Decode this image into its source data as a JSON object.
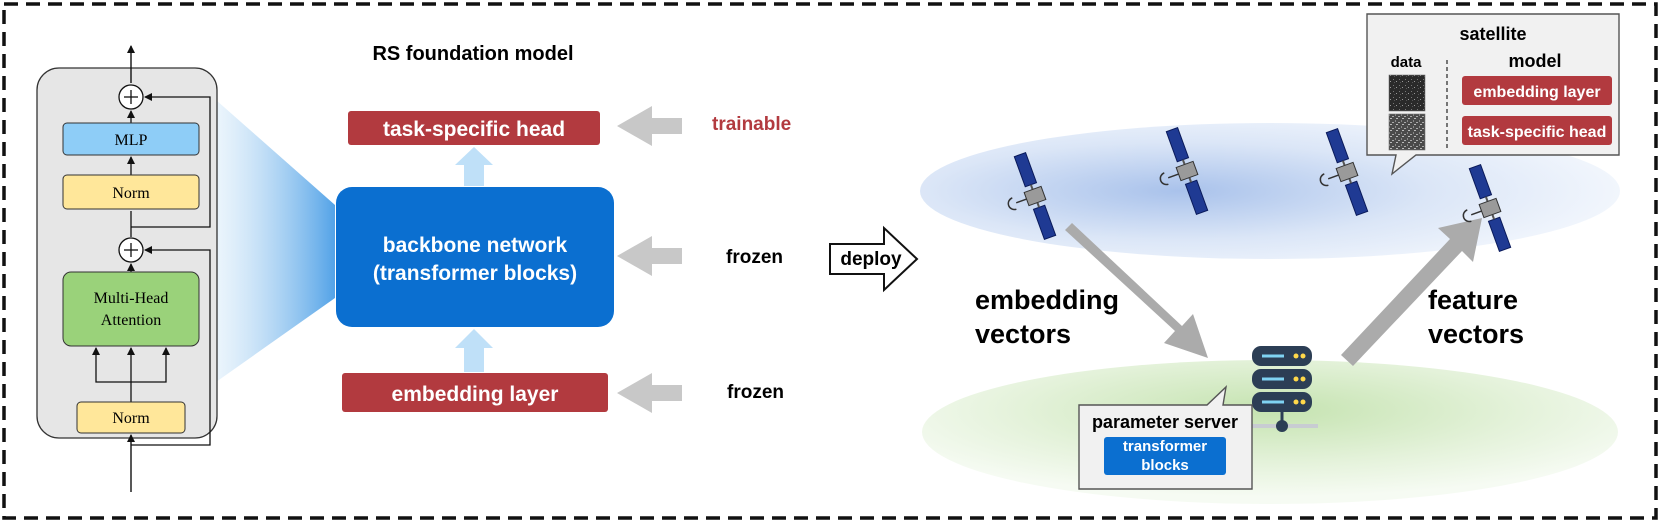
{
  "transformer": {
    "mlp": "MLP",
    "norm_top": "Norm",
    "attention_line1": "Multi-Head",
    "attention_line2": "Attention",
    "norm_bottom": "Norm"
  },
  "foundation": {
    "title": "RS foundation model",
    "head": "task-specific head",
    "backbone_line1": "backbone network",
    "backbone_line2": "(transformer blocks)",
    "embedding": "embedding layer",
    "trainable": "trainable",
    "frozen_backbone": "frozen",
    "frozen_embedding": "frozen"
  },
  "deploy": "deploy",
  "constellation": {
    "embedding_vectors_line1": "embedding",
    "embedding_vectors_line2": "vectors",
    "feature_vectors_line1": "feature",
    "feature_vectors_line2": "vectors",
    "satellite_box": {
      "title": "satellite",
      "data_label": "data",
      "model_label": "model",
      "embedding": "embedding layer",
      "head": "task-specific head"
    },
    "server_box": {
      "title": "parameter server",
      "block_line1": "transformer",
      "block_line2": "blocks"
    }
  },
  "colors": {
    "red": "#b23a3f",
    "blue": "#0b6fd0",
    "mlp": "#8ecdf7",
    "norm": "#ffe79a",
    "attention": "#9ad27a",
    "arrow_gray": "#c8c8c8"
  }
}
